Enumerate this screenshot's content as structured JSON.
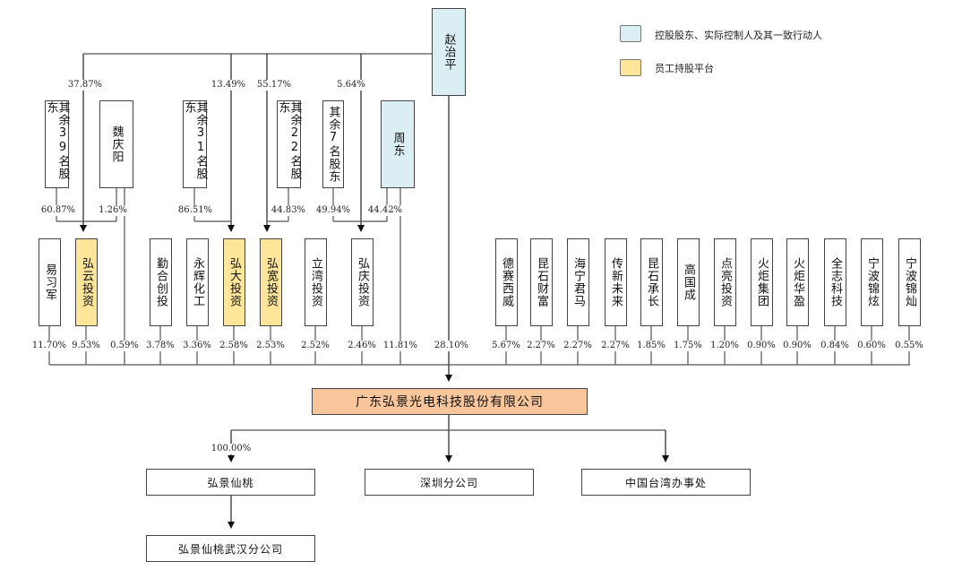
{
  "legend": [
    {
      "label": "控股股东、实际控制人及其一致行动人",
      "kind": "controller",
      "color": "#dbeef4"
    },
    {
      "label": "员工持股平台",
      "kind": "esop",
      "color": "#fde59a"
    }
  ],
  "colors": {
    "controller": "#dbeef4",
    "esop": "#fde59a",
    "company": "#f8c69a",
    "line": "#555555"
  },
  "top_controller": {
    "name": "赵治平"
  },
  "controller_holdings": [
    {
      "target": "弘云投资",
      "pct": "37.87%"
    },
    {
      "target": "弘大投资",
      "pct": "13.49%"
    },
    {
      "target": "弘宽投资",
      "pct": "55.17%"
    },
    {
      "target": "弘庆投资",
      "pct": "5.64%"
    }
  ],
  "upper_shareholders": [
    {
      "name": "其余39名股东",
      "target": "弘云投资",
      "pct": "60.87%"
    },
    {
      "name": "魏庆阳",
      "target": "弘云投资",
      "pct": "1.26%",
      "direct_pct": "0.59%"
    },
    {
      "name": "其余31名股东",
      "target": "弘大投资",
      "pct": "86.51%"
    },
    {
      "name": "其余22名股东",
      "target": "弘宽投资",
      "pct": "44.83%"
    },
    {
      "name": "其余7名股东",
      "target": "弘庆投资",
      "pct": "49.94%"
    },
    {
      "name": "周东",
      "target": "弘庆投资",
      "pct": "44.42%",
      "direct_pct": "11.81%",
      "kind": "controller"
    }
  ],
  "direct_shareholders": [
    {
      "name": "易习军",
      "pct": "11.70%"
    },
    {
      "name": "弘云投资",
      "pct": "9.53%",
      "kind": "esop"
    },
    {
      "name": "勤合创投",
      "pct": "3.78%"
    },
    {
      "name": "永辉化工",
      "pct": "3.36%"
    },
    {
      "name": "弘大投资",
      "pct": "2.58%",
      "kind": "esop"
    },
    {
      "name": "弘宽投资",
      "pct": "2.53%",
      "kind": "esop"
    },
    {
      "name": "立湾投资",
      "pct": "2.52%"
    },
    {
      "name": "弘庆投资",
      "pct": "2.46%"
    },
    {
      "name": "德赛西威",
      "pct": "5.67%"
    },
    {
      "name": "昆石财富",
      "pct": "2.27%"
    },
    {
      "name": "海宁君马",
      "pct": "2.27%"
    },
    {
      "name": "传新未来",
      "pct": "2.27%"
    },
    {
      "name": "昆石承长",
      "pct": "1.85%"
    },
    {
      "name": "高国成",
      "pct": "1.75%"
    },
    {
      "name": "点亮投资",
      "pct": "1.20%"
    },
    {
      "name": "火炬集团",
      "pct": "0.90%"
    },
    {
      "name": "火炬华盈",
      "pct": "0.90%"
    },
    {
      "name": "全志科技",
      "pct": "0.84%"
    },
    {
      "name": "宁波锦炫",
      "pct": "0.60%"
    },
    {
      "name": "宁波锦灿",
      "pct": "0.55%"
    }
  ],
  "controller_direct_pct": "28.10%",
  "company": {
    "name": "广东弘景光电科技股份有限公司"
  },
  "subsidiaries": [
    {
      "name": "弘景仙桃",
      "pct": "100.00%"
    },
    {
      "name": "深圳分公司",
      "pct": ""
    },
    {
      "name": "中国台湾办事处",
      "pct": ""
    }
  ],
  "sub_branch": {
    "name": "弘景仙桃武汉分公司",
    "parent": "弘景仙桃"
  }
}
